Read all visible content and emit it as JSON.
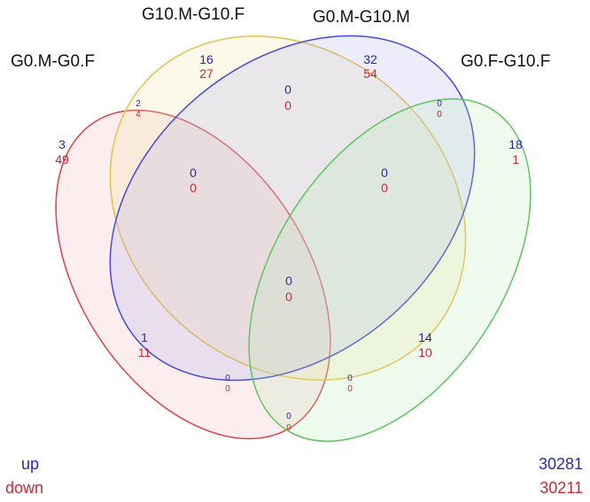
{
  "sets": [
    {
      "label": "G0.M-G0.F",
      "color": "#d9434b",
      "fill": "#f0b0b0"
    },
    {
      "label": "G10.M-G10.F",
      "color": "#e8c04a",
      "fill": "#f5e3a0"
    },
    {
      "label": "G0.M-G10.M",
      "color": "#4a4ad8",
      "fill": "#a8a8ec"
    },
    {
      "label": "G0.F-G10.F",
      "color": "#5fc55f",
      "fill": "#b4e6b0"
    }
  ],
  "regions": {
    "only_A": {
      "up": "3",
      "down": "49"
    },
    "only_B": {
      "up": "16",
      "down": "27"
    },
    "only_C": {
      "up": "32",
      "down": "54"
    },
    "only_D": {
      "up": "18",
      "down": "1"
    },
    "AB": {
      "up": "2",
      "down": "4"
    },
    "BC": {
      "up": "0",
      "down": "0"
    },
    "CD": {
      "up": "0",
      "down": "0"
    },
    "ABC": {
      "up": "0",
      "down": "0"
    },
    "BCD": {
      "up": "0",
      "down": "0"
    },
    "ABCD": {
      "up": "0",
      "down": "0"
    },
    "AC": {
      "up": "1",
      "down": "11"
    },
    "BD": {
      "up": "14",
      "down": "10"
    },
    "ACD": {
      "up": "0",
      "down": "0"
    },
    "ABD": {
      "up": "0",
      "down": "0"
    },
    "AD": {
      "up": "0",
      "down": "0"
    }
  },
  "legend": {
    "up_label": "up",
    "down_label": "down",
    "up_total": "30281",
    "down_total": "30211"
  },
  "colors": {
    "up": "#2a2ab0",
    "down": "#c8283a"
  }
}
